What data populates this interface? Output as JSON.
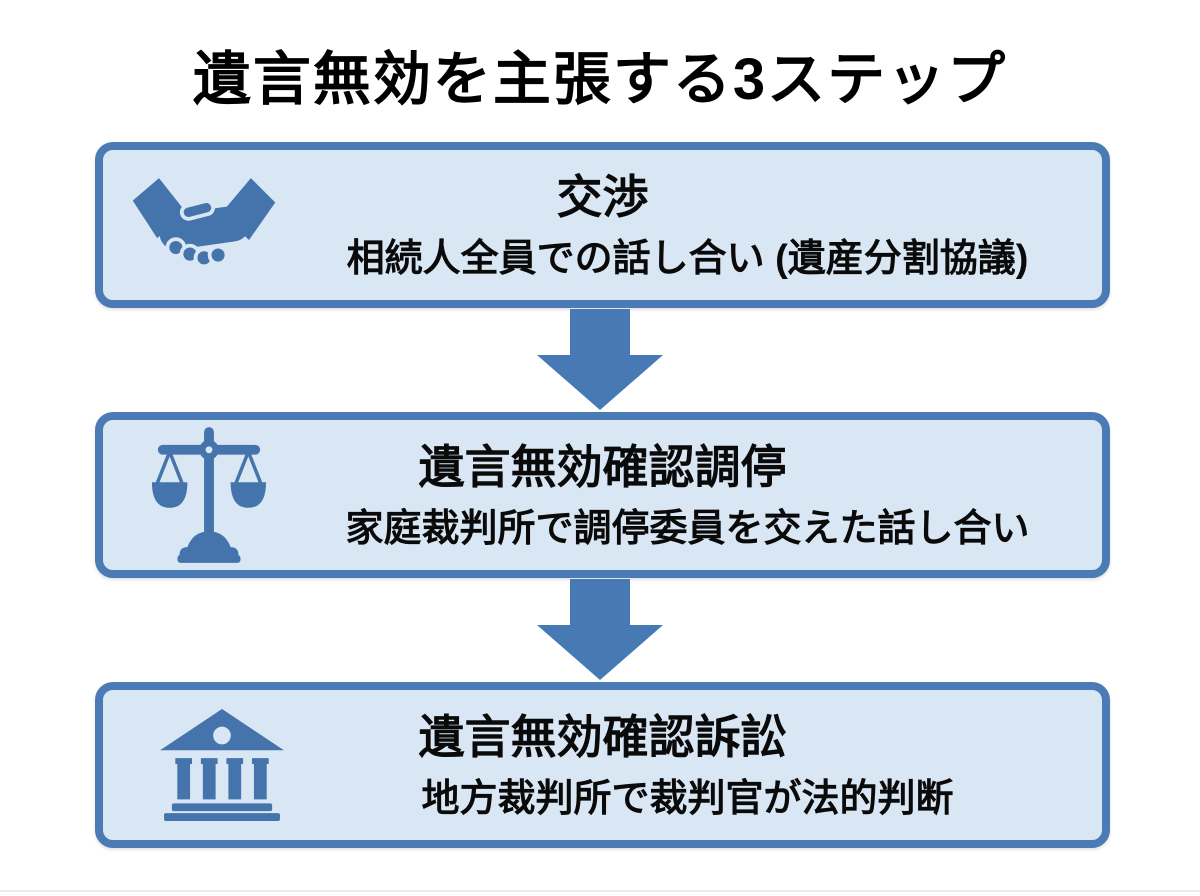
{
  "page": {
    "title": "遺言無効を主張する3ステップ"
  },
  "steps": [
    {
      "icon": "handshake-icon",
      "title": "交渉",
      "subtitle": "相続人全員での話し合い (遺産分割協議)"
    },
    {
      "icon": "scales-icon",
      "title": "遺言無効確認調停",
      "subtitle": "家庭裁判所で調停委員を交えた話し合い"
    },
    {
      "icon": "courthouse-icon",
      "title": "遺言無効確認訴訟",
      "subtitle": "地方裁判所で裁判官が法的判断"
    }
  ],
  "connector_icon": "down-arrow-icon",
  "colors": {
    "box_border": "#4a7bb5",
    "box_fill": "#d9e6f3",
    "icon_blue": "#4474ab",
    "arrow_blue": "#4779b4",
    "text": "#0a0a0a",
    "background": "#ffffff"
  }
}
